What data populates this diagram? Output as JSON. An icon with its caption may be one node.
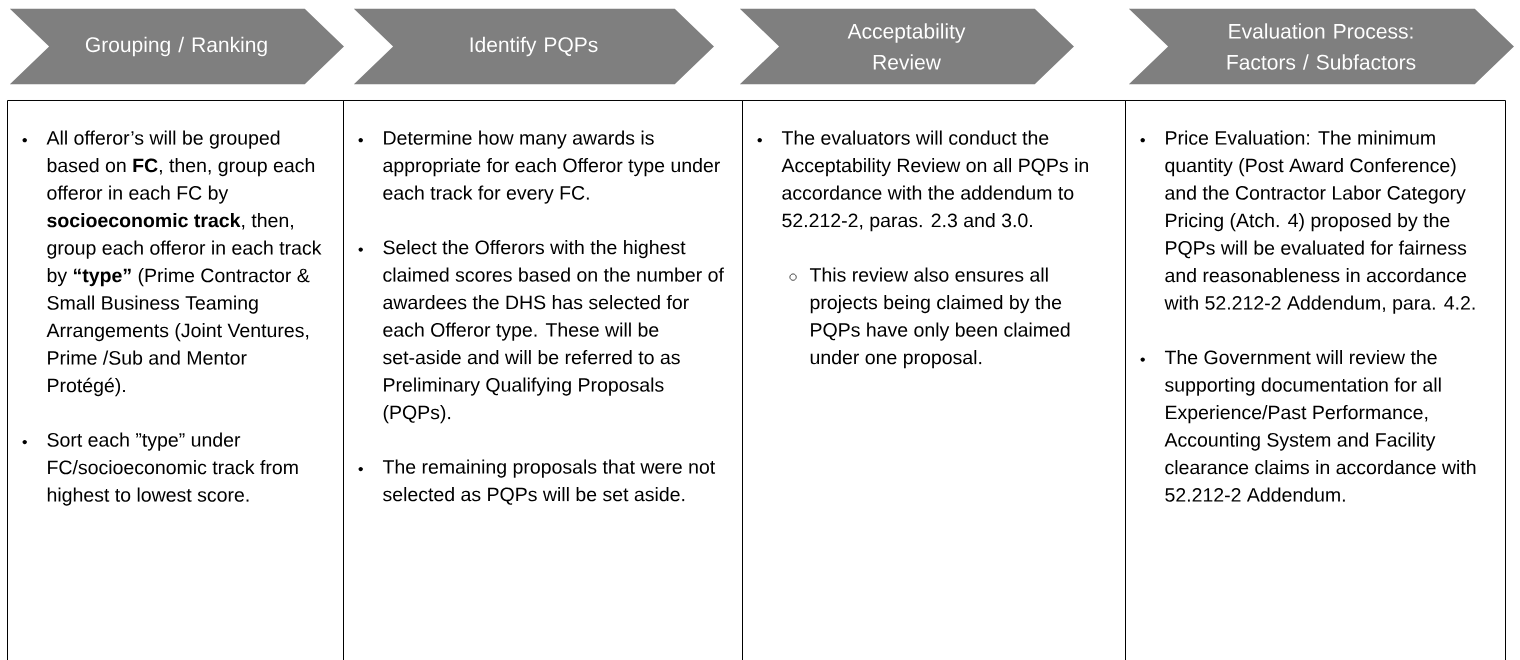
{
  "diagram": {
    "nodes": [
      {
        "text": [
          "Grouping / Ranking"
        ]
      },
      {
        "text": [
          "Identify PQPs"
        ]
      },
      {
        "text": [
          "Acceptability Review"
        ]
      },
      {
        "text": [
          "Evaluation Process: Factors / Subfactors"
        ]
      },
      {
        "text": [
          "All offeror’s will be grouped based on **FC**, then, group each offeror in each FC by **socioeconomic track**, then, group each offeror in each track by **“type”** (Prime Contractor & Small Business Teaming Arrangements (Joint Ventures, Prime /Sub and Mentor Protégé).",
          "Sort each ”type” under FC/socioeconomic track from highest to lowest score."
        ]
      },
      {
        "text": [
          "Determine how many awards is appropriate for each Offeror type under each track for every FC.",
          "Select the Offerors with the highest claimed scores based on the number of awardees the DHS has selected for each Offeror type. These will be set-aside and will be referred to as Preliminary Qualifying Proposals (PQPs).",
          "The remaining proposals that were not selected as PQPs will be set aside."
        ]
      },
      {
        "text": [
          "The evaluators will conduct the Acceptability Review on all PQPs in accordance with the addendum to 52.212-2, paras. 2.3 and 3.0.",
          "This review also ensures all projects being claimed by the PQPs have only been claimed under one proposal."
        ]
      },
      {
        "text": [
          "Price Evaluation: The minimum quantity (Post Award Conference) and the Contractor Labor Category Pricing (Atch. 4) proposed by the PQPs will be evaluated for fairness and reasonableness in accordance with 52.212-2 Addendum, para. 4.2.",
          "The Government will review the supporting documentation for all Experience/Past Performance, Accounting System and Facility clearance claims in accordance with 52.212-2 Addendum."
        ]
      }
    ]
  }
}
